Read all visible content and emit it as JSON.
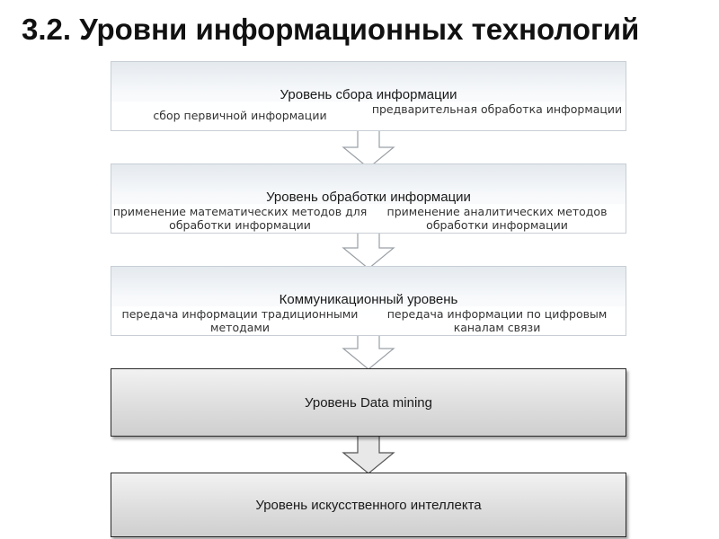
{
  "title": "3.2. Уровни информационных технологий",
  "levels": [
    {
      "title": "Уровень сбора информации",
      "left": "сбор первичной информации",
      "right": "предварительная обработка информации"
    },
    {
      "title": "Уровень обработки информации",
      "left": "применение математических методов для обработки информации",
      "right": "применение аналитических методов обработки информации"
    },
    {
      "title": "Коммуникационный уровень",
      "left": "передача информации традиционными методами",
      "right": "передача информации по цифровым каналам связи"
    },
    {
      "title": "Уровень Data mining"
    },
    {
      "title": "Уровень искусственного интеллекта"
    }
  ]
}
